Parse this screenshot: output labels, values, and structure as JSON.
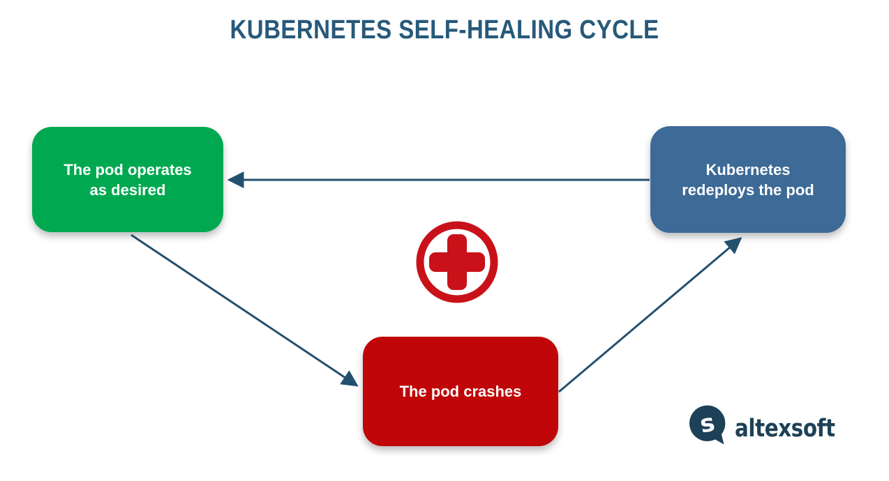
{
  "title": "KUBERNETES SELF-HEALING CYCLE",
  "diagram": {
    "nodes": [
      {
        "id": "pod-operates",
        "label": "The pod operates as desired",
        "color": "#00a94f"
      },
      {
        "id": "kubernetes-redeploys",
        "label": "Kubernetes redeploys the pod",
        "color": "#3d6a96"
      },
      {
        "id": "pod-crashes",
        "label": "The pod crashes",
        "color": "#c00608"
      }
    ],
    "edges": [
      {
        "from": "kubernetes-redeploys",
        "to": "pod-operates"
      },
      {
        "from": "pod-operates",
        "to": "pod-crashes"
      },
      {
        "from": "pod-crashes",
        "to": "kubernetes-redeploys"
      }
    ],
    "center_icon": "medical-cross-icon",
    "colors": {
      "title": "#27597a",
      "arrow": "#24506f",
      "cross": "#c9111a",
      "logo": "#1d4156"
    }
  },
  "footer": {
    "logo_text": "altexsoft"
  }
}
